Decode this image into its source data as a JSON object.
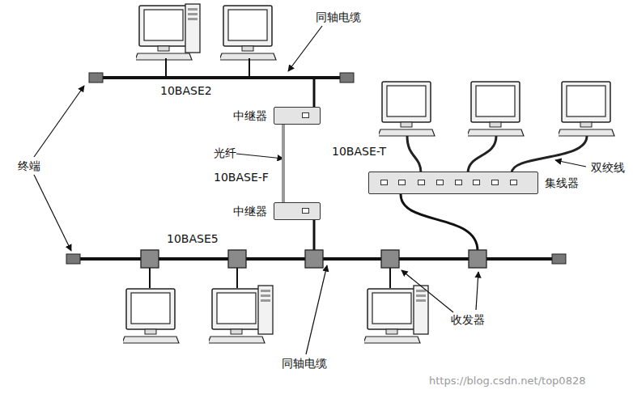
{
  "diagram": {
    "nodes": [
      {
        "text": [
          "中继器"
        ]
      },
      {
        "text": [
          "中继器"
        ]
      },
      {
        "text": [
          "集线器"
        ]
      }
    ],
    "edges": [
      {
        "from": 0,
        "to": 1,
        "arrow": "none"
      }
    ],
    "labels": [
      "同轴电缆",
      "10BASE2",
      "终端",
      "光纤",
      "10BASE-F",
      "10BASE-T",
      "双绞线",
      "10BASE5",
      "收发器",
      "同轴电缆",
      "https://blog.csdn.net/top0828"
    ]
  }
}
